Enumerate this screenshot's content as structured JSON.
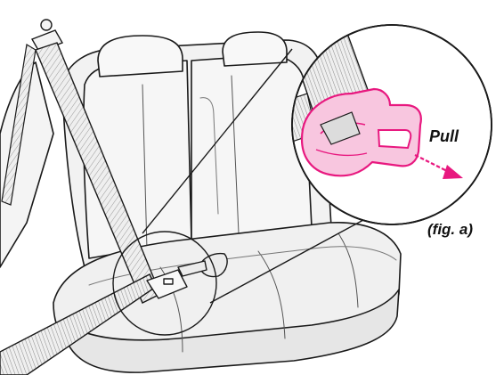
{
  "figure": {
    "pull_label": "Pull",
    "caption": "(fig. a)"
  },
  "colors": {
    "accent": "#e8187f",
    "accent_light": "#f8c6df",
    "line": "#1a1a1a",
    "seat_fill": "#f2f2f2",
    "seat_shadow": "#e3e3e3",
    "belt_fill": "#ececec"
  },
  "icons": {
    "direction_arrow": "dashed-arrow-right"
  }
}
